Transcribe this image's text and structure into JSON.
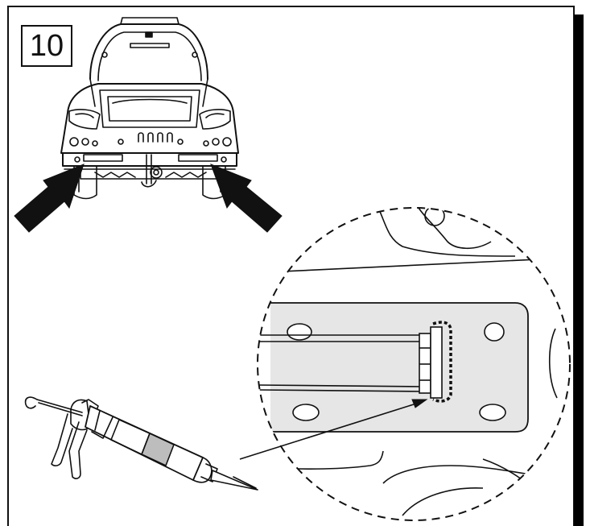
{
  "step": {
    "number": "10"
  },
  "colors": {
    "line": "#111111",
    "frame": "#000000",
    "plate_fill": "#e6e6e6",
    "sealant_label": "#bdbdbd",
    "background": "#ffffff"
  },
  "icons": [
    "car-rear-view",
    "pointer-arrow-left",
    "pointer-arrow-right",
    "detail-magnifier-circle",
    "sealant-caulk-gun",
    "sealant-bead"
  ]
}
